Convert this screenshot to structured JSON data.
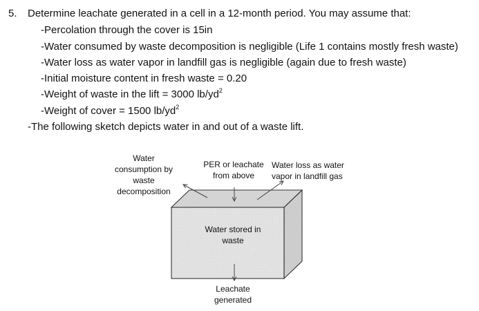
{
  "question": {
    "number": "5.",
    "text": "Determine leachate generated in a cell in a 12-month period. You may assume that:",
    "assumptions": [
      "-Percolation through the cover is 15in",
      "-Water consumed by waste decomposition is negligible (Life 1 contains mostly fresh waste)",
      "-Water loss as water vapor in landfill gas is negligible (again due to fresh waste)",
      "-Initial moisture content in fresh waste = 0.20",
      "-Weight of waste in the lift = 3000 lb/yd",
      "-Weight of cover = 1500 lb/yd"
    ],
    "unit_exponent": "2",
    "sketch_intro": "-The following sketch depicts water in and out of a waste lift."
  },
  "diagram": {
    "consumption_lines": [
      "Water",
      "consumption by",
      "waste",
      "decomposition"
    ],
    "per_lines": [
      "PER or leachate",
      "from above"
    ],
    "vapor_lines": [
      "Water loss as water",
      "vapor in landfill gas"
    ],
    "stored_lines": [
      "Water stored in",
      "waste"
    ],
    "leachate_lines": [
      "Leachate",
      "generated"
    ]
  }
}
